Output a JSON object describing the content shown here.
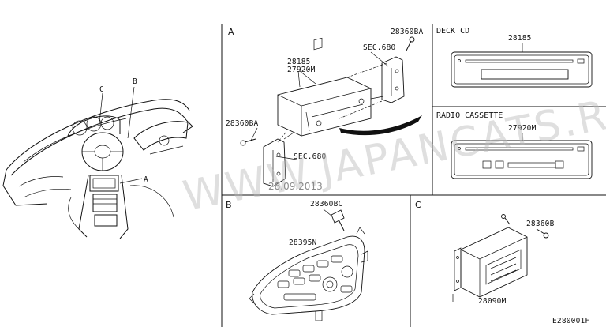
{
  "sections": {
    "a": "A",
    "b": "B",
    "c": "C"
  },
  "overview_callouts": {
    "a": "A",
    "b": "B",
    "c": "C"
  },
  "section_a": {
    "part_head_unit": "28185",
    "part_head_unit_alt": "27920M",
    "screw_upper": "28360BA",
    "screw_lower": "28360BA",
    "sec_upper": "SEC.680",
    "sec_lower": "SEC.680"
  },
  "deck_cd": {
    "title": "DECK CD",
    "part": "28185"
  },
  "radio_cassette": {
    "title": "RADIO CASSETTE",
    "part": "27920M"
  },
  "section_b": {
    "screw": "28360BC",
    "part": "28395N"
  },
  "section_c": {
    "screw": "28360B",
    "part": "28090M"
  },
  "watermark": {
    "text": "WWW.JAPANCATS.RU",
    "date": "28.09.2013"
  },
  "diagram_code": "E280001F"
}
